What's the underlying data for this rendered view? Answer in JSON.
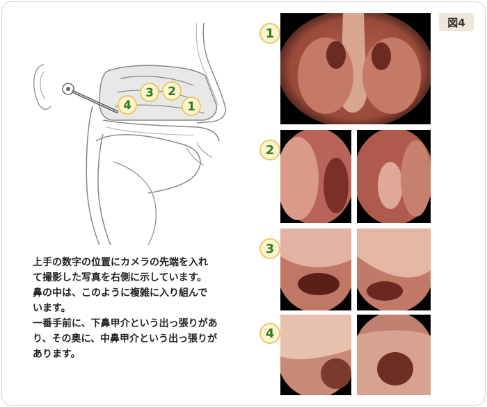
{
  "figure_label": "図4",
  "diagram_markers": [
    "1",
    "2",
    "3",
    "4"
  ],
  "rows": [
    {
      "number": "1"
    },
    {
      "number": "2"
    },
    {
      "number": "3"
    },
    {
      "number": "4"
    }
  ],
  "caption_lines": [
    "上手の数字の位置にカメラの先端を入れ",
    "て撮影した写真を右側に示しています。",
    "鼻の中は、このように複雑に入り組んで",
    "います。",
    "一番手前に、下鼻甲介という出っ張りがあ",
    "り、その奥に、中鼻甲介という出っ張りが",
    "あります。"
  ],
  "colors": {
    "badge_fill": "#fdf4d0",
    "badge_border": "#e8c96a",
    "badge_text": "#2e7d1f",
    "cavity": "#e8e8e8"
  }
}
